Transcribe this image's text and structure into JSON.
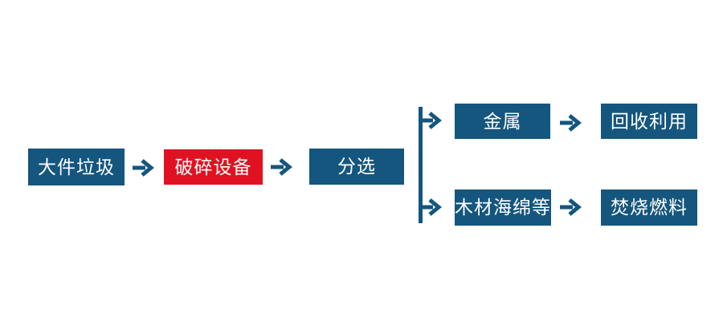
{
  "colors": {
    "node_blue": "#14567E",
    "node_red": "#E01222",
    "arrow": "#14567E",
    "text": "#FFFFFF"
  },
  "icons": {
    "flow_arrow": "right-arrow",
    "branch_connector": "vertical-line"
  },
  "flowchart": {
    "nodes": {
      "bulky_waste": {
        "label": "大件垃圾"
      },
      "crusher": {
        "label": "破碎设备"
      },
      "sorting": {
        "label": "分选"
      },
      "metal": {
        "label": "金属"
      },
      "recycle": {
        "label": "回收利用"
      },
      "wood_sponge": {
        "label": "木材海绵等"
      },
      "incineration_fuel": {
        "label": "焚烧燃料"
      }
    },
    "edges": [
      {
        "from": "bulky_waste",
        "to": "crusher"
      },
      {
        "from": "crusher",
        "to": "sorting"
      },
      {
        "from": "sorting",
        "to": "metal"
      },
      {
        "from": "sorting",
        "to": "wood_sponge"
      },
      {
        "from": "metal",
        "to": "recycle"
      },
      {
        "from": "wood_sponge",
        "to": "incineration_fuel"
      }
    ]
  }
}
